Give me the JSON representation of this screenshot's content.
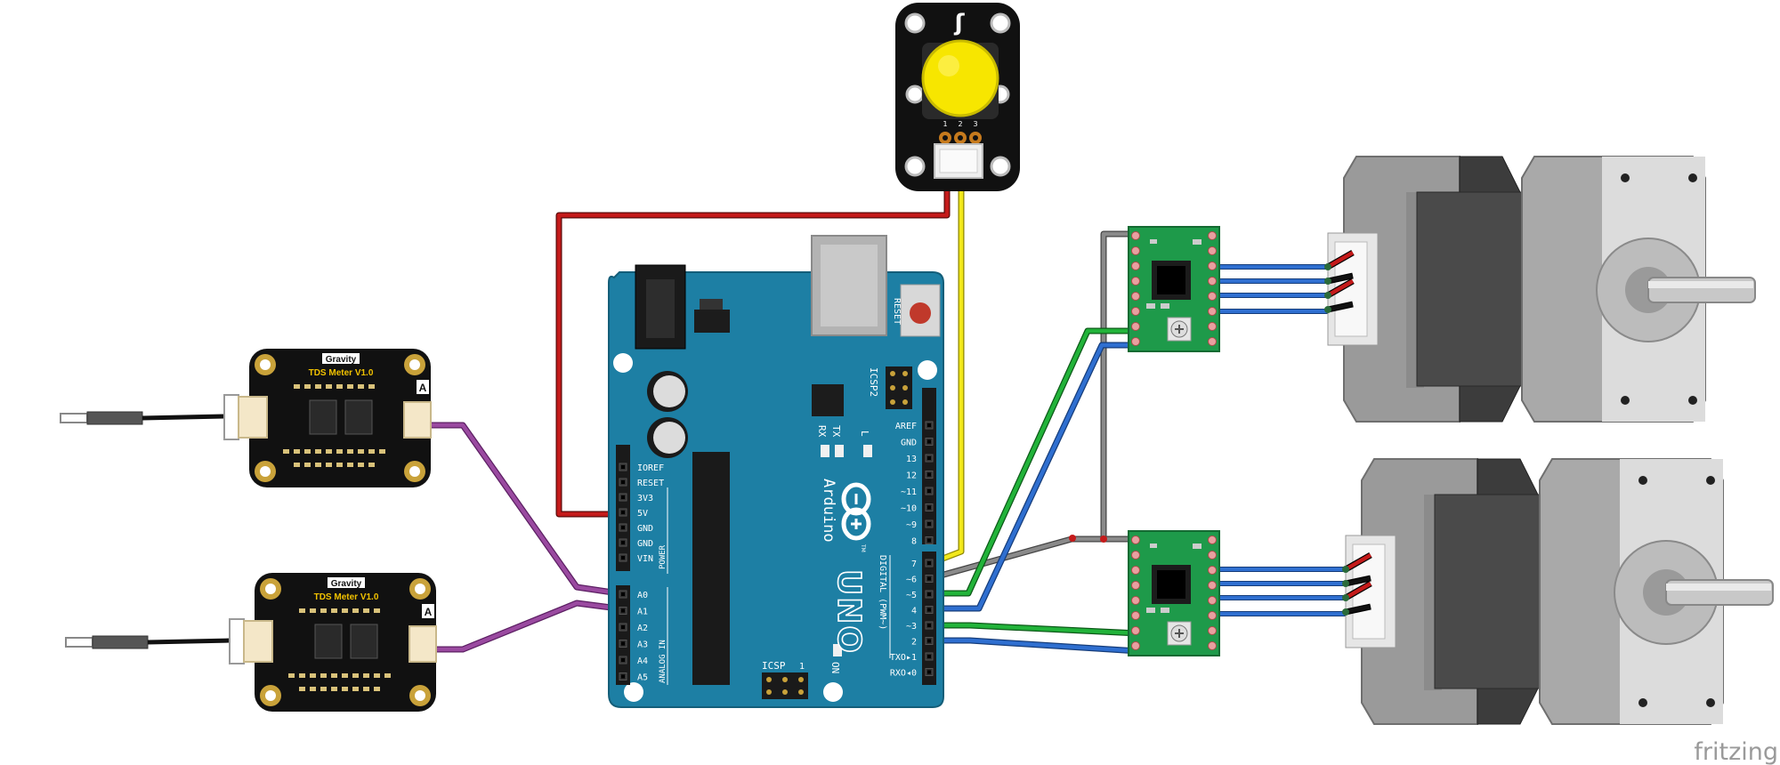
{
  "watermark": "fritzing",
  "button_module": {
    "logo_glyph": "ʃ",
    "pin_labels": [
      "1",
      "2",
      "3"
    ],
    "cap_color": "#f7e600"
  },
  "tds_modules": [
    {
      "brand": "Gravity",
      "model": "TDS  Meter  V1.0",
      "side_marker": "A"
    },
    {
      "brand": "Gravity",
      "model": "TDS  Meter  V1.0",
      "side_marker": "A"
    }
  ],
  "arduino": {
    "brand": "Arduino",
    "tm": "TM",
    "model": "UNO",
    "reset_label": "RESET",
    "icsp2_label": "ICSP2",
    "icsp_label": "ICSP",
    "icsp_pin1": "1",
    "on_label": "ON",
    "tx_label": "TX",
    "rx_label": "RX",
    "l_label": "L",
    "power_header_label": "POWER",
    "analog_header_label": "ANALOG IN",
    "digital_header_label": "DIGITAL (PWM~)",
    "power_pins": [
      "IOREF",
      "RESET",
      "3V3",
      "5V",
      "GND",
      "GND",
      "VIN"
    ],
    "analog_pins": [
      "A0",
      "A1",
      "A2",
      "A3",
      "A4",
      "A5"
    ],
    "digital_top_pins": [
      "AREF",
      "GND",
      "13",
      "12",
      "~11",
      "~10",
      "~9",
      "8"
    ],
    "digital_bottom_pins": [
      "7",
      "~6",
      "~5",
      "4",
      "~3",
      "2",
      "TXO▸1",
      "RXO◂0"
    ],
    "board_color": "#1d7fa4"
  },
  "stepper_drivers": [
    {
      "board_color": "#1e9a4a"
    },
    {
      "board_color": "#1e9a4a"
    }
  ],
  "stepper_motors": [
    {
      "body_color": "#9a9a9a"
    },
    {
      "body_color": "#9a9a9a"
    }
  ],
  "wire_colors": {
    "red": "#c41a1a",
    "yellow": "#f2e81c",
    "purple": "#9a4aa0",
    "green": "#22b33a",
    "blue": "#2f6fd0",
    "gray": "#808080",
    "black": "#111111"
  }
}
